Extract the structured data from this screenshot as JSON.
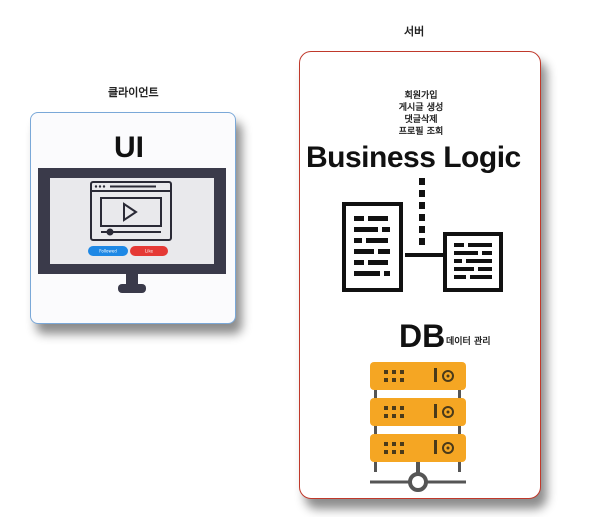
{
  "client": {
    "title": "클라이언트",
    "ui_label": "UI",
    "buttons": [
      {
        "label": "Followed",
        "color": "#1e88e5"
      },
      {
        "label": "Like",
        "color": "#e53935"
      }
    ]
  },
  "server": {
    "title": "서버",
    "features": [
      "회원가입",
      "게시글 생성",
      "댓글삭제",
      "프로필 조회"
    ],
    "business_logic": "Business Logic",
    "db_label": "DB",
    "db_desc": "데이터 관리"
  },
  "colors": {
    "client_border": "#7aa8d8",
    "server_border": "#c0392b",
    "server_rack": "#f5a623",
    "monitor_frame": "#3a3a4a"
  }
}
